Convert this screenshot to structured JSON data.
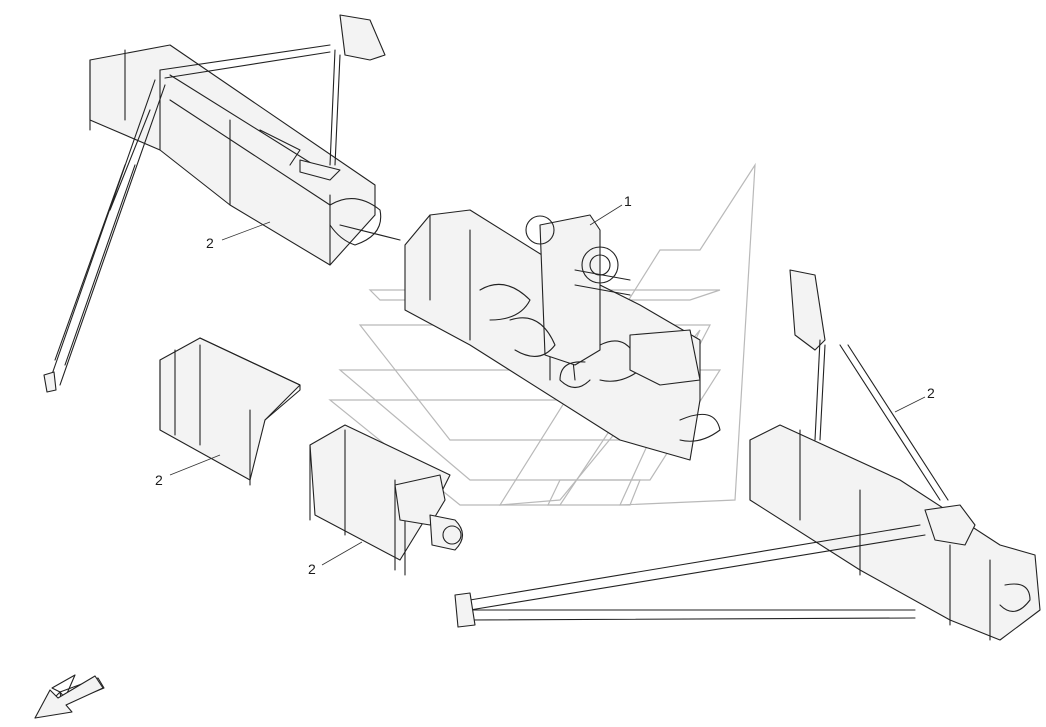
{
  "callouts": [
    {
      "id": "c1",
      "label": "1"
    },
    {
      "id": "c2a",
      "label": "2"
    },
    {
      "id": "c2b",
      "label": "2"
    },
    {
      "id": "c2c",
      "label": "2"
    },
    {
      "id": "c2d",
      "label": "2"
    }
  ],
  "colors": {
    "line": "#222222",
    "watermark": "#b9b9b9",
    "background": "#ffffff"
  },
  "icons": {
    "direction": "direction-arrow-icon"
  }
}
